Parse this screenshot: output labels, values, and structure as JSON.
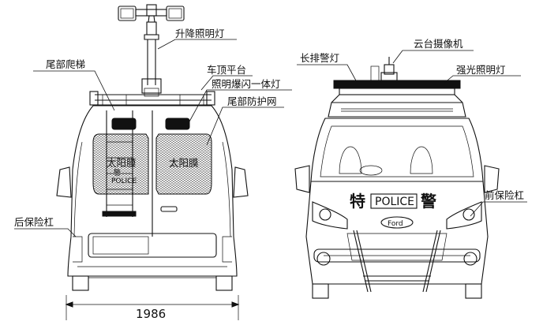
{
  "labels": {
    "lift_light": "升降照明灯",
    "rear_ladder": "尾部爬梯",
    "roof_platform": "车顶平台",
    "flash_light": "照明爆闪一体灯",
    "rear_guard_net": "尾部防护网",
    "rear_bumper": "后保险杠",
    "long_warning_light": "长排警灯",
    "ptz_camera": "云台摄像机",
    "strong_light": "强光照明灯",
    "front_bumper": "前保险杠"
  },
  "rear_texts": {
    "film_left": "太阳膜",
    "film_right": "太阳膜",
    "police_small_cn": "警",
    "police_small_en": "POLICE"
  },
  "front_texts": {
    "te": "特",
    "police": "POLICE",
    "jing": "警",
    "ford": "Ford"
  },
  "dimension": {
    "width_value": "1986"
  }
}
